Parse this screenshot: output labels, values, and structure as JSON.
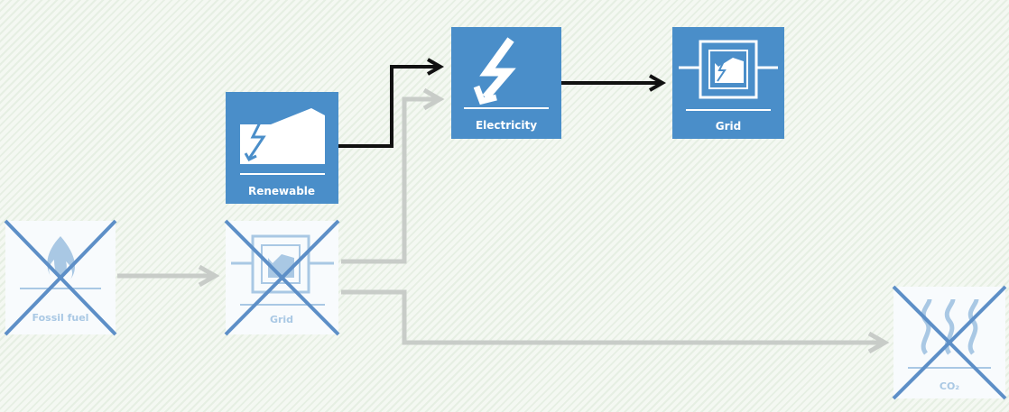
{
  "diagram": {
    "nodes": {
      "fossil_fuel": {
        "label": "Fossil fuel",
        "state": "crossed-out",
        "icon": "flame-icon"
      },
      "grid_old": {
        "label": "Grid",
        "state": "crossed-out",
        "icon": "grid-icon"
      },
      "renewable": {
        "label": "Renewable",
        "state": "active",
        "icon": "renewable-factory-icon"
      },
      "electricity": {
        "label": "Electricity",
        "state": "active",
        "icon": "lightning-icon"
      },
      "grid_new": {
        "label": "Grid",
        "state": "active",
        "icon": "grid-icon"
      },
      "co2": {
        "label": "CO₂",
        "state": "crossed-out",
        "icon": "fumes-icon"
      }
    },
    "edges": [
      {
        "from": "fossil_fuel",
        "to": "grid_old",
        "style": "faded"
      },
      {
        "from": "grid_old",
        "to": "electricity",
        "style": "faded"
      },
      {
        "from": "grid_old",
        "to": "co2",
        "style": "faded"
      },
      {
        "from": "renewable",
        "to": "electricity",
        "style": "active"
      },
      {
        "from": "electricity",
        "to": "grid_new",
        "style": "active"
      }
    ],
    "colors": {
      "active_box": "#4a8ec9",
      "active_text": "#ffffff",
      "faded_box": "#f8fbfd",
      "faded_icon": "#a9c8e4",
      "cross": "#5d8fc7",
      "active_arrow": "#111111",
      "faded_arrow": "#c8ccc8",
      "background": "#eef4ec"
    }
  }
}
